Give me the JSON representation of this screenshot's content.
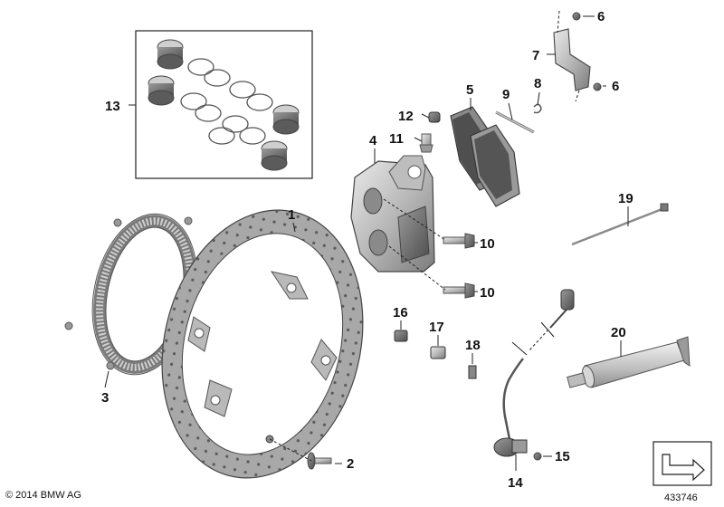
{
  "diagram": {
    "callouts": {
      "c1": "1",
      "c2": "2",
      "c3": "3",
      "c4": "4",
      "c5": "5",
      "c6a": "6",
      "c6b": "6",
      "c7": "7",
      "c8": "8",
      "c9": "9",
      "c10a": "10",
      "c10b": "10",
      "c11": "11",
      "c12": "12",
      "c13": "13",
      "c14": "14",
      "c15": "15",
      "c16": "16",
      "c17": "17",
      "c18": "18",
      "c19": "19",
      "c20": "20"
    },
    "copyright": "© 2014 BMW AG",
    "diagram_number": "433746"
  },
  "colors": {
    "line": "#222222",
    "metal_light": "#d7d7d7",
    "metal_mid": "#a9a9a9",
    "metal_dark": "#6f6f6f",
    "background": "#ffffff"
  },
  "icons": [
    "brake-disc-icon",
    "abs-sensor-ring-icon",
    "brake-caliper-icon",
    "brake-pad-icon",
    "tube-grease-icon",
    "cable-tie-icon",
    "next-page-arrow-icon"
  ]
}
